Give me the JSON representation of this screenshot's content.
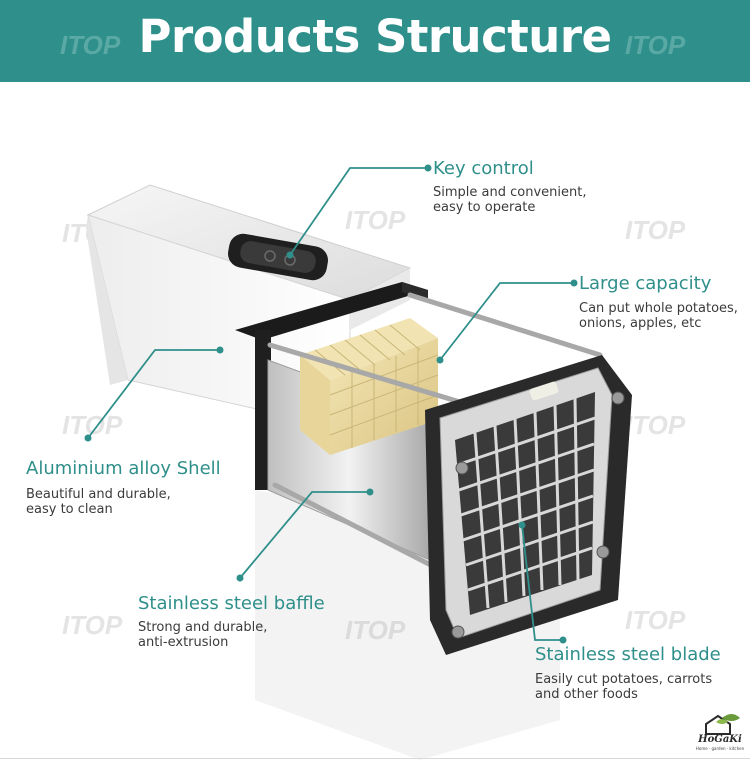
{
  "header": {
    "title": "Products Structure"
  },
  "watermark": "ITOP",
  "features": {
    "key_control": {
      "title": "Key control",
      "desc": [
        "Simple and convenient,",
        "easy to operate"
      ]
    },
    "large_capacity": {
      "title": "Large capacity",
      "desc": [
        "Can put whole potatoes,",
        "onions, apples, etc"
      ]
    },
    "shell": {
      "title": "Aluminium alloy Shell",
      "desc": [
        "Beautiful and durable,",
        "easy to clean"
      ]
    },
    "baffle": {
      "title": "Stainless steel baffle",
      "desc": [
        "Strong and durable,",
        "anti-extrusion"
      ]
    },
    "blade": {
      "title": "Stainless steel blade",
      "desc": [
        "Easily cut potatoes, carrots",
        "and other foods"
      ]
    }
  },
  "logo": {
    "name": "HoGaKi",
    "tagline": "Home · garden · kitchen"
  },
  "colors": {
    "accent": "#2f8f8b",
    "text": "#3b3b3b"
  }
}
